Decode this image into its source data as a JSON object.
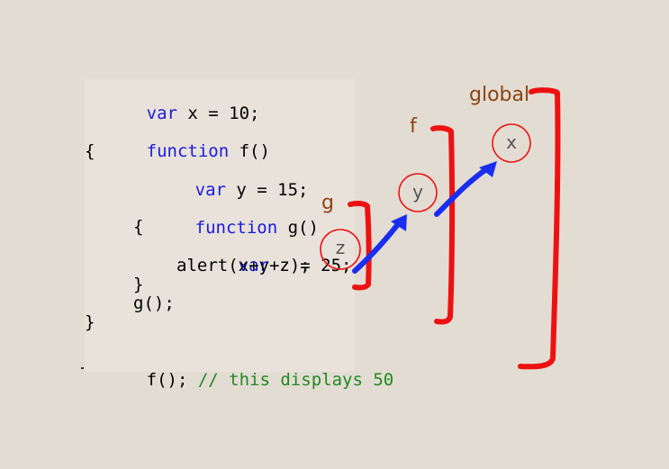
{
  "code": {
    "line1": "var x = 10;",
    "line2_kw": "function",
    "line2_rest": " f()",
    "line3": "{",
    "line4": "var y = 15;",
    "line5_kw": "function",
    "line5_rest": " g()",
    "line6": "{",
    "line7": "var z = 25;",
    "line8": "alert(x+y+z);",
    "line9": "}",
    "line10": "g();",
    "line11": "}",
    "line12_code": "f();",
    "line12_comment": "// this displays 50"
  },
  "scopes": {
    "global": "global",
    "f": "f",
    "g": "g"
  },
  "variables": {
    "x": "x",
    "y": "y",
    "z": "z"
  },
  "colors": {
    "keyword": "#1a1adb",
    "comment": "#1f8a1f",
    "scope_label": "#8b4513",
    "bracket": "#ee1111",
    "arrow": "#1a2ef0",
    "background": "#e3dcd3"
  }
}
